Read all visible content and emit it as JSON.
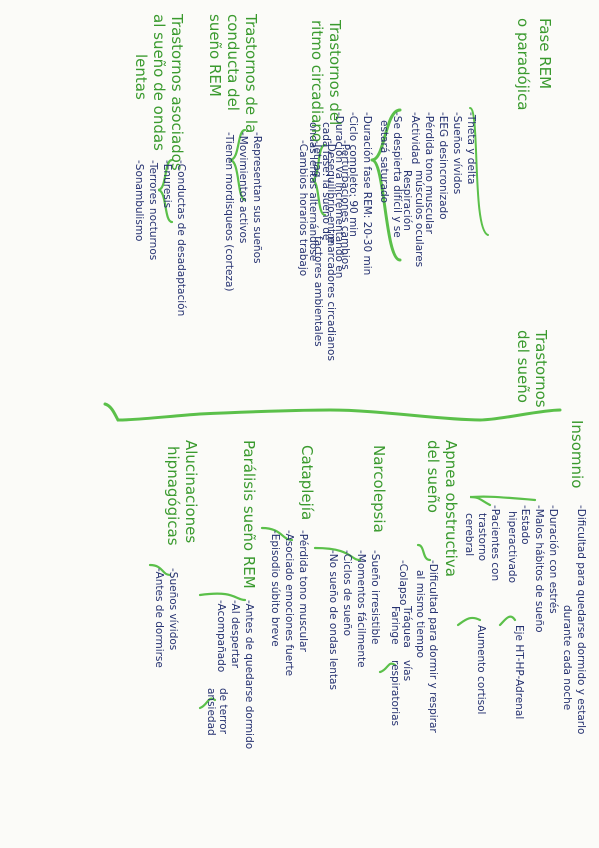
{
  "sections": {
    "fase_rem": {
      "title_l1": "Fase REM",
      "title_l2": "o paradójica",
      "items": [
        "-Theta y delta",
        "-Sueños vívidos",
        "-EEG desincronizado",
        "-Pérdida tono muscular",
        "-Actividad",
        "-Se despierta difícil y se",
        "estará saturado",
        "-Duración fase REM: 20-30 min",
        "-Ciclo completo: 90 min",
        "-Duración va incrementando en",
        "cada fase: la sueño de",
        "ondas lentas alternándose"
      ],
      "actividad_sub": [
        "músculos oculares",
        "Respiración"
      ]
    },
    "ritmo": {
      "title_l1": "Trastornos del",
      "title_l2": "ritmo circadiano",
      "items": [
        "-Perturbaciones cambios",
        "-Desequilibrio entre",
        "-Jet lag",
        "-Cambios horarios trabajo"
      ],
      "sub": [
        "marcadores circadianos",
        "factores ambientales"
      ]
    },
    "conducta_rem": {
      "title_l1": "Trastornos de la",
      "title_l2": "conducta del",
      "title_l3": "sueño REM",
      "items": [
        "-Representan sus sueños",
        "-Movimientos activos",
        "-Tienen mordisqueos (corteza)"
      ]
    },
    "ondas_lentas": {
      "title_l1": "Trastornos asociados",
      "title_l2": "al sueño de ondas",
      "title_l3": "lentas",
      "items": [
        "-Conductas de desadaptación",
        "-Enuresis",
        "-Terrores nocturnos",
        "-Sonambulismo"
      ]
    },
    "trastornos_sueno": {
      "title_l1": "Trastornos",
      "title_l2": "del sueño"
    },
    "insomnio": {
      "title": "Insomnio",
      "items": [
        "-Dificultad para quedarse dormido y estarlo",
        "durante cada noche",
        "-Duración con estrés",
        "-Malos hábitos de sueño",
        "-Estado",
        "hiperactivado",
        "-Pacientes con",
        "trastorno",
        "cerebral"
      ],
      "eje": "Eje HT-HP-Adrenal",
      "aumento": "Aumento cortisol"
    },
    "apnea": {
      "title_l1": "Apnea obstructiva",
      "title_l2": "del sueño",
      "items": [
        "-Dificultad para dormir y respirar",
        "al mismo tiempo",
        "-Colapso"
      ],
      "colapso_sub": [
        "Tráquea",
        "Faringe"
      ],
      "vias": [
        "vías",
        "respiratorias"
      ]
    },
    "narcolepsia": {
      "title": "Narcolepsia",
      "items": [
        "-Sueño irresistible",
        "-Momentos fácilmente",
        "-Ciclos de sueño",
        "-No sueño de ondas lentas"
      ]
    },
    "cataplejia": {
      "title": "Cataplejía",
      "items": [
        "-Pérdida tono muscular",
        "-Asociado emociones fuerte",
        "-Episodio súbito breve"
      ]
    },
    "paralisis": {
      "title": "Parálisis sueño REM",
      "items": [
        "-Antes de quedarse dormido",
        "-Al despertar",
        "-Acompañado"
      ],
      "acomp_sub": [
        "de terror",
        "ansiedad"
      ]
    },
    "alucinaciones": {
      "title_l1": "Alucinaciones",
      "title_l2": "hipnagógicas",
      "items": [
        "-Sueños vívidos",
        "-Antes de dormirse"
      ]
    }
  }
}
